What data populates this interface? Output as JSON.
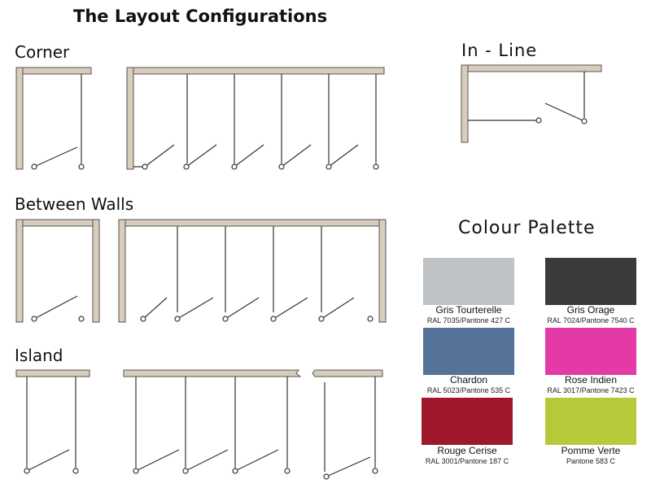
{
  "title": "The Layout Configurations",
  "sections": {
    "corner": "Corner",
    "in_line": "In - Line",
    "between_walls": "Between Walls",
    "island": "Island"
  },
  "palette": {
    "title": "Colour Palette",
    "swatches": [
      {
        "name": "Gris Tourterelle",
        "code": "RAL 7035/Pantone 427 C",
        "color": "#bfc3c6"
      },
      {
        "name": "Gris Orage",
        "code": "RAL 7024/Pantone 7540 C",
        "color": "#3b3b3d"
      },
      {
        "name": "Chardon",
        "code": "RAL 5023/Pantone 535 C",
        "color": "#557396"
      },
      {
        "name": "Rose Indien",
        "code": "RAL 3017/Pantone 7423 C",
        "color": "#e43aa8"
      },
      {
        "name": "Rouge Cerise",
        "code": "RAL 3001/Pantone 187 C",
        "color": "#a0182c"
      },
      {
        "name": "Pomme Verte",
        "code": "Pantone 583 C",
        "color": "#b7c93b"
      }
    ]
  },
  "colors": {
    "wall_fill": "#d8ccbc",
    "wall_stroke": "#555555",
    "line": "#333333"
  }
}
